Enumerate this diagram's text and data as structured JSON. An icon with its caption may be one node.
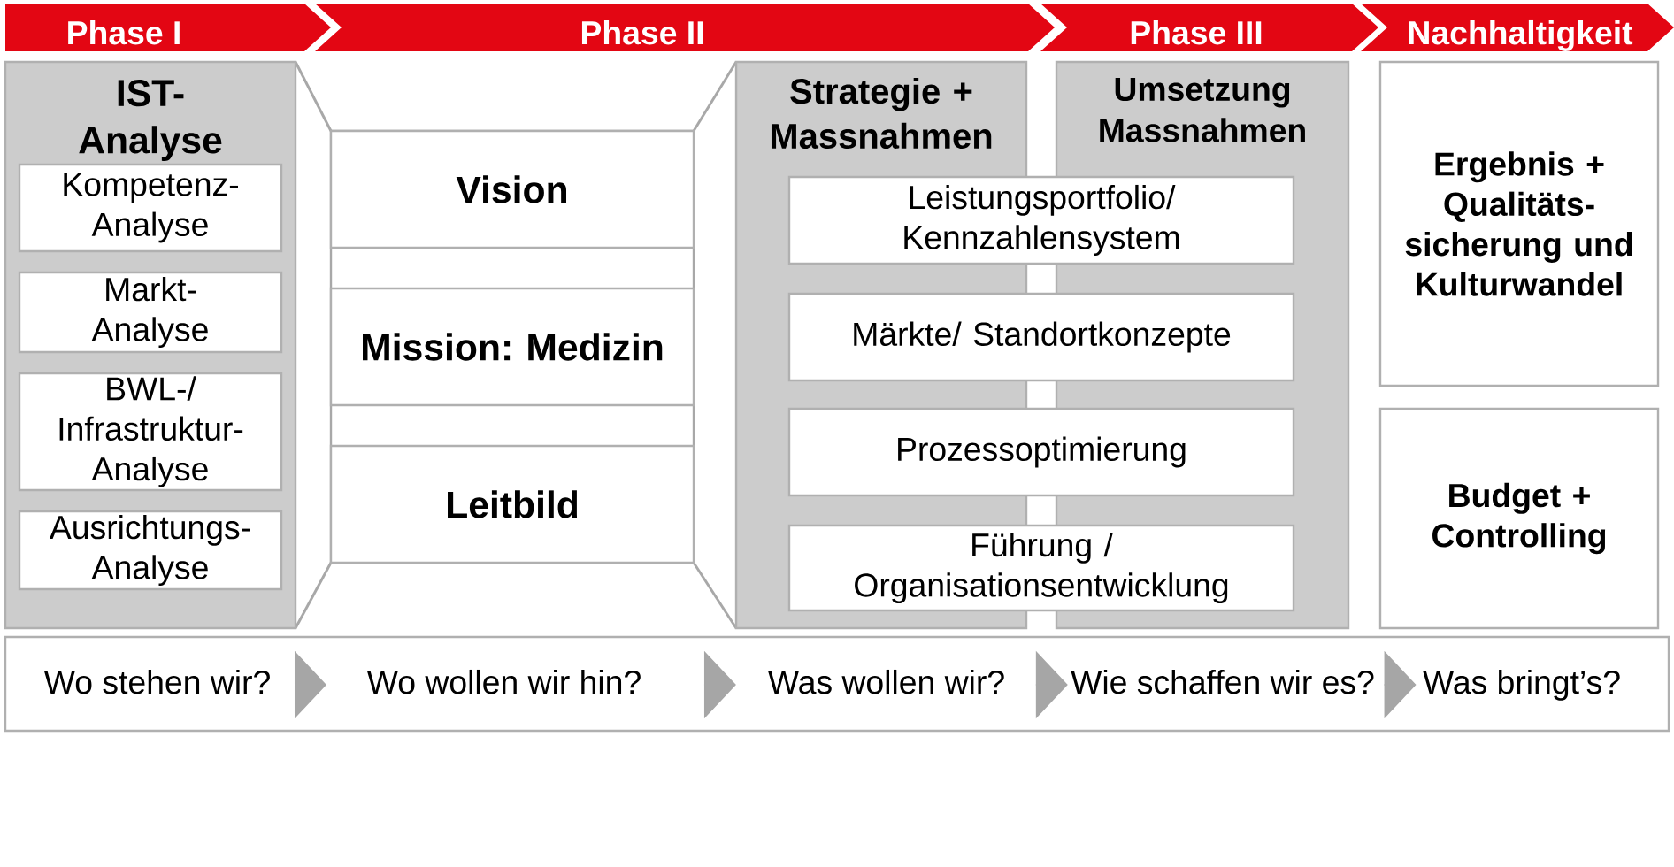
{
  "diagram": {
    "nodes": [
      {
        "text": [
          "Phase I"
        ]
      },
      {
        "text": [
          "Phase II"
        ]
      },
      {
        "text": [
          "Phase III"
        ]
      },
      {
        "text": [
          "Nachhaltigkeit"
        ]
      },
      {
        "text": [
          "IST- Analyse"
        ]
      },
      {
        "text": [
          "Kompetenz- Analyse"
        ],
        "in": 4
      },
      {
        "text": [
          "Markt- Analyse"
        ],
        "in": 4
      },
      {
        "text": [
          "BWL-/ Infrastruktur- Analyse"
        ],
        "in": 4
      },
      {
        "text": [
          "Ausrichtungs- Analyse"
        ],
        "in": 4
      },
      {
        "text": [
          "Vision"
        ]
      },
      {
        "text": [
          "Mission: Medizin"
        ]
      },
      {
        "text": [
          "Leitbild"
        ]
      },
      {
        "text": [
          "Strategie + Massnahmen"
        ]
      },
      {
        "text": [
          "Umsetzung Massnahmen"
        ]
      },
      {
        "text": [
          "Leistungsportfolio/ Kennzahlensystem"
        ]
      },
      {
        "text": [
          "Märkte/ Standortkonzepte"
        ]
      },
      {
        "text": [
          "Prozessoptimierung"
        ]
      },
      {
        "text": [
          "Führung / Organisationsentwicklung"
        ]
      },
      {
        "text": [
          "Ergebnis + Qualitäts- sicherung und Kulturwandel"
        ]
      },
      {
        "text": [
          "Budget + Controlling"
        ]
      },
      {
        "text": [],
        "shape": "box"
      },
      {
        "text": [
          "Wo stehen wir?"
        ],
        "in": 20
      },
      {
        "text": [
          "Wo wollen wir hin?"
        ],
        "in": 20
      },
      {
        "text": [
          "Was wollen wir?"
        ],
        "in": 20
      },
      {
        "text": [
          "Wie schaffen wir es?"
        ],
        "in": 20
      },
      {
        "text": [
          "Was bringt’s?"
        ],
        "in": 20
      }
    ],
    "edges": [
      {
        "from": 21,
        "to": 22,
        "arrow": "to"
      },
      {
        "from": 22,
        "to": 23,
        "arrow": "to"
      },
      {
        "from": 23,
        "to": 24,
        "arrow": "to"
      },
      {
        "from": 24,
        "to": 25,
        "arrow": "to"
      }
    ]
  }
}
